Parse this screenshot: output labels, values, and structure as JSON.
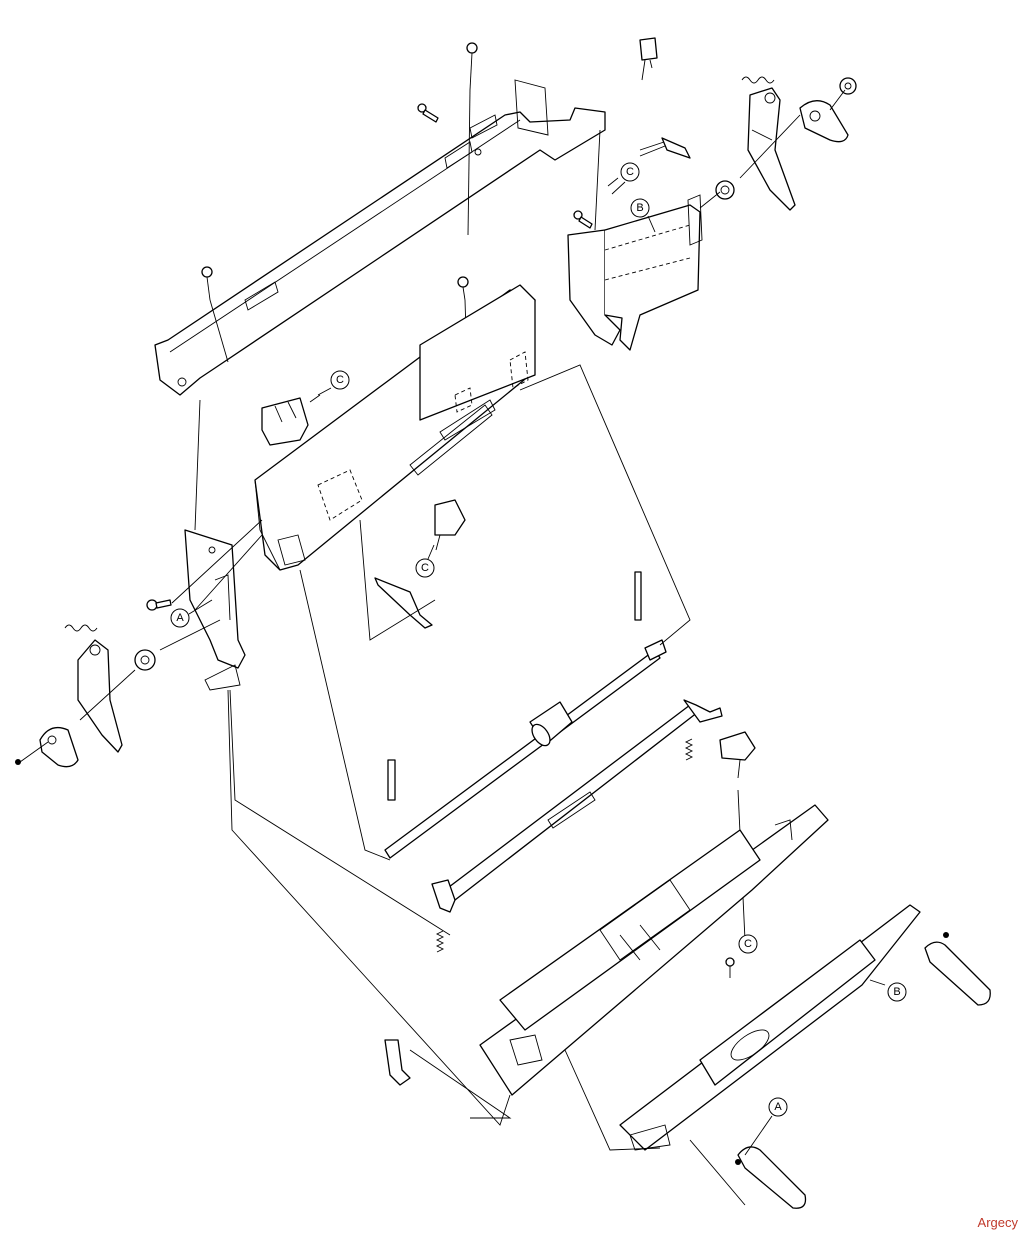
{
  "diagram": {
    "callouts": [
      {
        "id": "c1",
        "letter": "C"
      },
      {
        "id": "c2",
        "letter": "B"
      },
      {
        "id": "c3",
        "letter": "C"
      },
      {
        "id": "c4",
        "letter": "A"
      },
      {
        "id": "c5",
        "letter": "C"
      },
      {
        "id": "c6",
        "letter": "C"
      },
      {
        "id": "c7",
        "letter": "B"
      },
      {
        "id": "c8",
        "letter": "A"
      }
    ]
  },
  "watermark": "Argecy",
  "colors": {
    "line": "#000000",
    "background": "#ffffff",
    "watermark": "#c0392b"
  }
}
